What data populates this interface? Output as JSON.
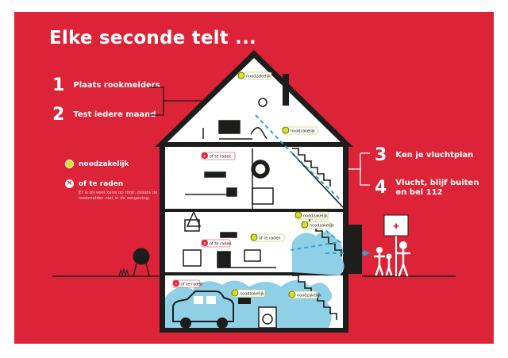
{
  "poster": {
    "title": "Elke seconde telt ...",
    "steps": [
      {
        "num": "1",
        "label": "Plaats rookmelders"
      },
      {
        "num": "2",
        "label": "Test iedere maand"
      },
      {
        "num": "3",
        "label": "Ken je vluchtplan"
      },
      {
        "num": "4",
        "label_line1": "Vlucht, blijf buiten",
        "label_line2": "en bel 112"
      }
    ],
    "legend": {
      "required": "noodzakelijk",
      "advised": "of te raden",
      "advised_note": "Er is bij veel kans op rook: plaats de rookmelder niet in de omgeving."
    },
    "detector_labels": {
      "attic": "noodzakelijk",
      "top_landing": "noodzakelijk",
      "top_bedroom": "of te raden",
      "mid_bedroom": "of te raden",
      "mid_landing": "noodzakelijk",
      "ground_living": "of te raden",
      "ground_hall": "noodzakelijk",
      "garage_left": "of te raden",
      "garage_mid": "noodzakelijk",
      "garage_right": "noodzakelijk"
    },
    "colors": {
      "background": "#dd2337",
      "house": "#ffffff",
      "line": "#1d1d1b",
      "smoke": "#8fd0e6",
      "detector": "#d6e21a",
      "escape_route": "#2aa6d6"
    },
    "icons": [
      "smoke-detector-icon",
      "car-icon",
      "washing-machine-icon",
      "bbq-icon",
      "family-icon",
      "sign-icon"
    ]
  }
}
